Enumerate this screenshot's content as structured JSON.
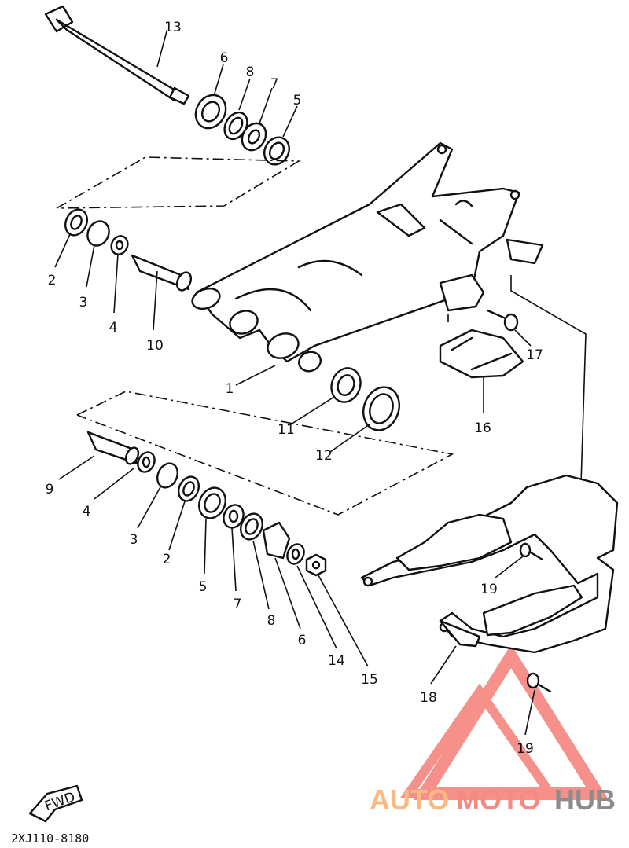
{
  "diagram": {
    "callouts": [
      "13",
      "6",
      "8",
      "7",
      "5",
      "2",
      "3",
      "4",
      "10",
      "1",
      "11",
      "12",
      "16",
      "17",
      "9",
      "4",
      "3",
      "2",
      "5",
      "7",
      "8",
      "6",
      "14",
      "15",
      "19",
      "18",
      "19"
    ],
    "fwd_label": "FWD",
    "part_code": "2XJ110-8180"
  },
  "watermark": {
    "auto": "AUTO",
    "moto": "MOTO",
    "hub": "HUB",
    "colors": {
      "auto": "#f9b97f",
      "moto": "#f58a80",
      "hub": "#8c8c8c",
      "triangle": "#f26b63"
    }
  }
}
